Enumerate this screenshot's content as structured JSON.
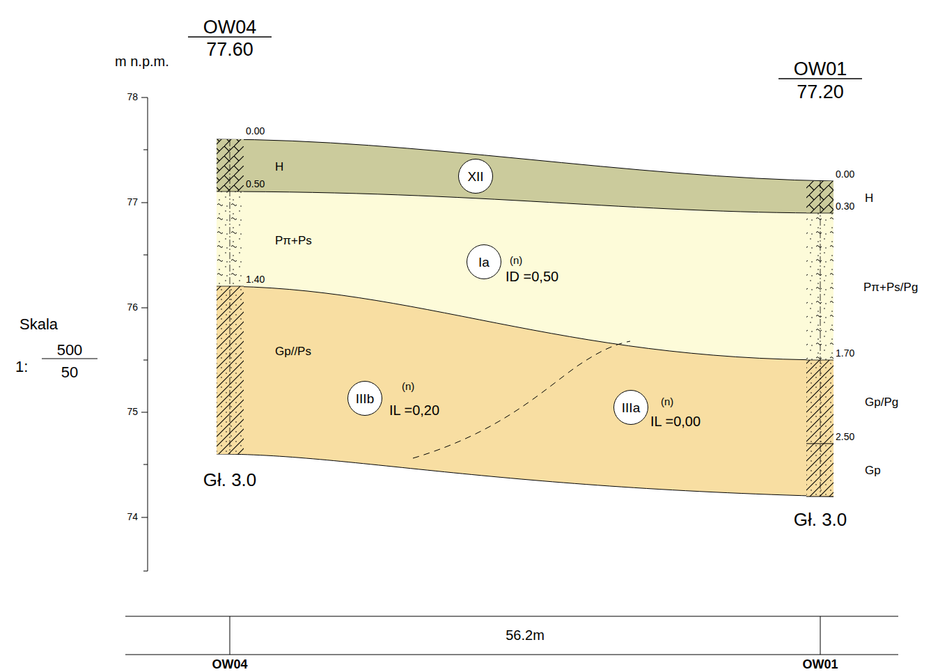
{
  "diagram": {
    "nodes": [
      {
        "text": [
          "XII"
        ]
      },
      {
        "text": [
          "Ia"
        ]
      },
      {
        "text": [
          "IIIb"
        ]
      },
      {
        "text": [
          "IIIa"
        ]
      }
    ],
    "labels": [
      "m n.p.m.",
      "OW04",
      "77.60",
      "OW01",
      "77.20",
      "78",
      "77",
      "76",
      "75",
      "74",
      "0.00",
      "H",
      "0.50",
      "Pπ+Ps",
      "1.40",
      "Gp//Ps",
      "Gł. 3.0",
      "(n)",
      "ID =0,50",
      "(n)",
      "IL =0,20",
      "(n)",
      "IL =0,00",
      "0.00",
      "0.30",
      "H",
      "Pπ+Ps/Pg",
      "1.70",
      "Gp/Pg",
      "2.50",
      "Gp",
      "Gł. 3.0",
      "Skala",
      "1:",
      "500",
      "50",
      "56.2m",
      "OW04",
      "OW01"
    ]
  }
}
